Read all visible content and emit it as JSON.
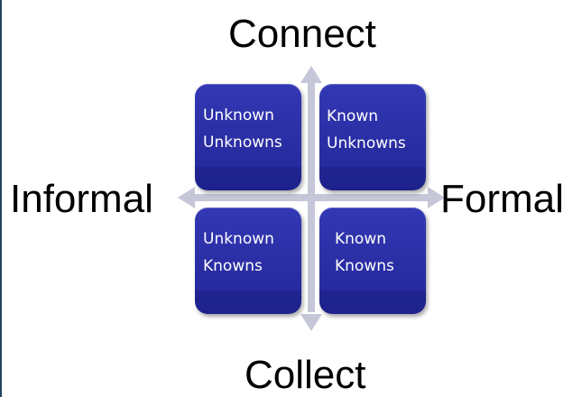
{
  "labels": {
    "top": "Connect",
    "bottom": "Collect",
    "left": "Informal",
    "right": "Formal"
  },
  "quadrants": {
    "top_left": {
      "line1": "Unknown",
      "line2": "Unknowns"
    },
    "top_right": {
      "line1": "Known",
      "line2": "Unknowns"
    },
    "bottom_left": {
      "line1": "Unknown",
      "line2": "Knowns"
    },
    "bottom_right": {
      "line1": "Known",
      "line2": "Knowns"
    }
  },
  "colors": {
    "box_fill": "#2a2ea4",
    "box_text": "#ffffff",
    "arrow": "#c6c6d9",
    "label_text": "#000000",
    "frame_edge": "#24445e"
  }
}
